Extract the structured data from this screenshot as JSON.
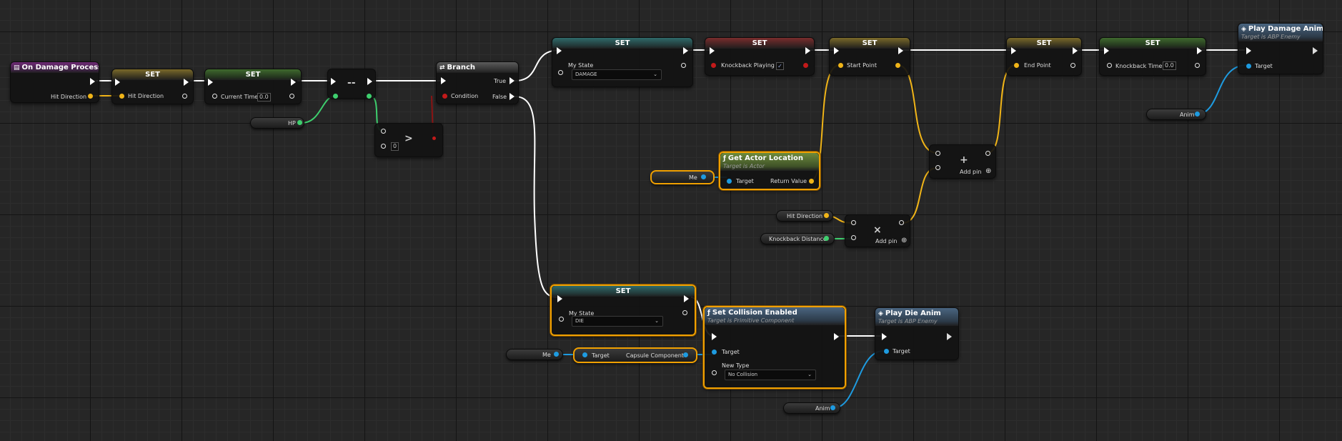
{
  "colors": {
    "exec": "#ffffff",
    "vector": "#f0b418",
    "float": "#3ecf6e",
    "object": "#1e9be0",
    "bool": "#c21a1a",
    "enum": "#2fae9a",
    "selection": "#f0a000"
  },
  "event": {
    "title": "On Damage Process",
    "pin": "Hit Direction",
    "icon": "event-icon"
  },
  "set_hit": {
    "title": "SET",
    "pin": "Hit Direction"
  },
  "set_time": {
    "title": "SET",
    "pin": "Current Time",
    "value": "0.0"
  },
  "hp_var": {
    "label": "HP"
  },
  "decrement": {
    "symbol": "--"
  },
  "greater": {
    "symbol": ">",
    "value": "0"
  },
  "branch": {
    "title": "Branch",
    "condition": "Condition",
    "true_label": "True",
    "false_label": "False",
    "icon": "branch-icon"
  },
  "set_state_damage": {
    "title": "SET",
    "pin": "My State",
    "value": "DAMAGE"
  },
  "set_knockback": {
    "title": "SET",
    "pin": "Knockback Playing",
    "checked": "✓"
  },
  "set_start": {
    "title": "SET",
    "pin": "Start Point"
  },
  "set_end": {
    "title": "SET",
    "pin": "End Point"
  },
  "set_ktime": {
    "title": "SET",
    "pin": "Knockback Time",
    "value": "0.0"
  },
  "play_damage": {
    "title": "Play Damage Anim",
    "subtitle": "Target is ABP Enemy",
    "target": "Target",
    "icon": "anim-icon"
  },
  "anim_var_top": {
    "label": "Anim"
  },
  "get_location": {
    "title": "Get Actor Location",
    "subtitle": "Target is Actor",
    "target": "Target",
    "ret": "Return Value",
    "icon": "function-icon"
  },
  "me_top": {
    "label": "Me"
  },
  "add_node": {
    "symbol": "+",
    "add_pin": "Add pin"
  },
  "mul_node": {
    "symbol": "×",
    "add_pin": "Add pin"
  },
  "hit_dir_var": {
    "label": "Hit Direction"
  },
  "kdist_var": {
    "label": "Knockback Distance"
  },
  "set_state_die": {
    "title": "SET",
    "pin": "My State",
    "value": "DIE"
  },
  "me_bottom": {
    "label": "Me"
  },
  "capsule": {
    "target": "Target",
    "label": "Capsule Component"
  },
  "set_collision": {
    "title": "Set Collision Enabled",
    "subtitle": "Target is Primitive Component",
    "target": "Target",
    "newtype": "New Type",
    "value": "No Collision",
    "icon": "function-icon"
  },
  "play_die": {
    "title": "Play Die Anim",
    "subtitle": "Target is ABP Enemy",
    "target": "Target",
    "icon": "anim-icon"
  },
  "anim_var_bottom": {
    "label": "Anim"
  }
}
